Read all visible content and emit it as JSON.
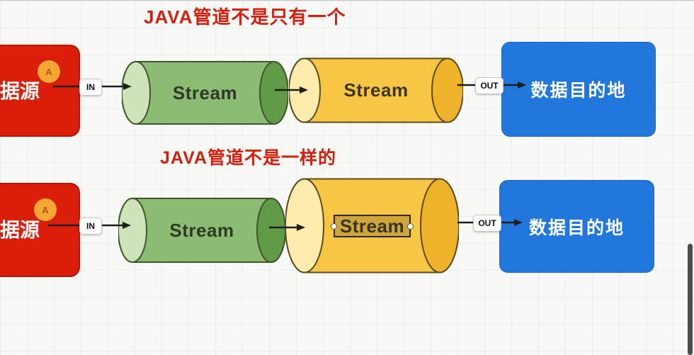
{
  "palette": {
    "background": "#f8f8f7",
    "grid_line": "#ededeb",
    "title_red": "#d0200e",
    "source_red": "#da1e09",
    "badge_orange": "#f6a733",
    "pipe_green_body": "#8cbb74",
    "pipe_green_light_cap": "#cfe3bb",
    "pipe_green_dark_cap": "#619b48",
    "pipe_yellow_body": "#f7c644",
    "pipe_yellow_light_cap": "#fdecae",
    "pipe_yellow_dark_cap": "#eeb22b",
    "destination_blue": "#2277dd",
    "connector_black": "#1e1e1e",
    "scrollbar_gray": "#4c4c4f"
  },
  "titles": {
    "row1": "JAVA管道不是只有一个",
    "row2": "JAVA管道不是一样的"
  },
  "rows": [
    {
      "source_label": "据源",
      "source_badge": "A",
      "in_chip": "IN",
      "pipe1_label": "Stream",
      "pipe2_label": "Stream",
      "out_chip": "OUT",
      "destination_label": "数据目的地"
    },
    {
      "source_label": "据源",
      "source_badge": "A",
      "in_chip": "IN",
      "pipe1_label": "Stream",
      "pipe2_label": "Stream",
      "out_chip": "OUT",
      "destination_label": "数据目的地"
    }
  ]
}
